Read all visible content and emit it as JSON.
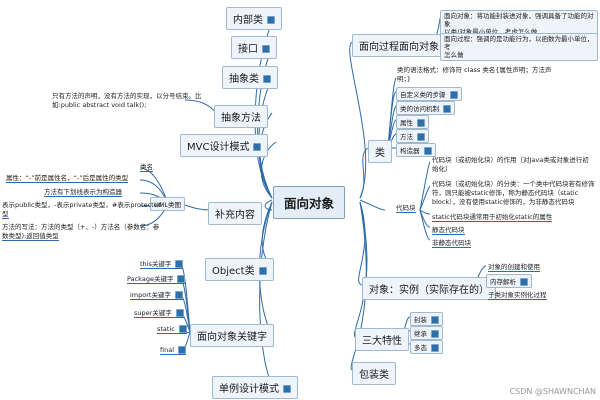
{
  "center": "面向对象",
  "left_nodes": {
    "inner_class": "内部类",
    "interface": "接口",
    "abstract_class": "抽象类",
    "abstract_method": "抽象方法",
    "abstract_method_note_1": "只有方法的声明，没有方法的实现，以分号结束。比",
    "abstract_method_note_2": "如:public abstract void talk();",
    "mvc": "MVC设计模式",
    "supplement": "补充内容",
    "uml": "UML类图",
    "uml_items": [
      "类名",
      "属性：“-”前是属性名，“-”后是属性的类型",
      "方法有下划线表示为构造器",
      "表示public类型，-表示private类型，#表示protected",
      "型",
      "方法的写法：方法的类型（+、-）方法名（参数名：参",
      "数类型):返回值类型"
    ],
    "object_class": "Object类",
    "keywords": "面向对象关键字",
    "keyword_items": [
      "this关键字",
      "Package关键字",
      "import关键字",
      "super关键字",
      "static",
      "final"
    ],
    "singleton": "单例设计模式"
  },
  "right_nodes": {
    "pop_oop": "面向过程面向对象",
    "pop_oop_notes": [
      "面向对象：将功能封装进对象，强调具备了功能的对象",
      "以类/对象最小单位，考虑怎么做",
      "面向过程：强调的是功能行为，以函数为最小单位，考",
      "怎么做"
    ],
    "class": "类",
    "class_items": [
      "类的语法格式：修饰符  class 类名{属性声明；方法声",
      "明；}",
      "自定义类的步骤",
      "类的访问机制",
      "属性",
      "方法",
      "构造器"
    ],
    "code_block": "代码块",
    "code_block_items": [
      "代码块（或初始化块）的作用（对Java类或对象进行初",
      "始化）",
      "代码块（或初始化块）的分类：一个类中代码块若有修饰",
      "符，则只能被static修饰，称为静态代码块（static",
      "block），没有使用static修饰的，为非静态代码块",
      "static代码块通常用于初始化static的属性",
      "静态代码块",
      "非静态代码块"
    ],
    "object": "对象：实例（实际存在的）",
    "object_items": [
      "对象的创建和使用",
      "内存解析",
      "子类对象实例化过程"
    ],
    "three_features": "三大特性",
    "feature_items": [
      "封装",
      "继承",
      "多态"
    ],
    "wrapper": "包装类"
  },
  "watermark": "CSDN @SHAWNCHAN",
  "colors": {
    "line": "#2d6aa8",
    "node_bg": "#eef4fa",
    "node_border": "#9fb9cf"
  }
}
